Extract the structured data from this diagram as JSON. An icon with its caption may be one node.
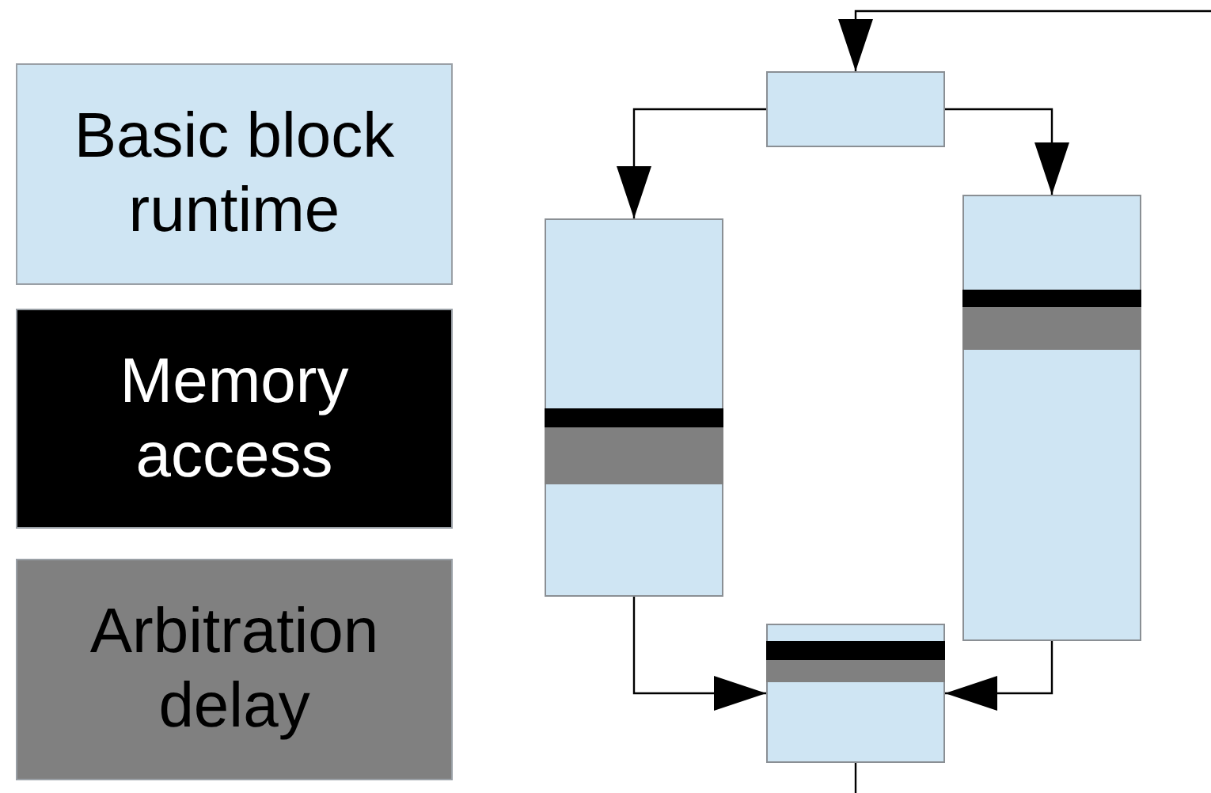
{
  "diagram": {
    "nodes": [
      {
        "text": [],
        "shape": "box"
      },
      {
        "text": [],
        "shape": "box"
      },
      {
        "text": [],
        "shape": "bar",
        "in": 1
      },
      {
        "text": [],
        "shape": "bar",
        "in": 1
      },
      {
        "text": [],
        "shape": "box"
      },
      {
        "text": [],
        "shape": "bar",
        "in": 4
      },
      {
        "text": [],
        "shape": "bar",
        "in": 4
      },
      {
        "text": [],
        "shape": "box"
      },
      {
        "text": [],
        "shape": "bar",
        "in": 7
      },
      {
        "text": [],
        "shape": "bar",
        "in": 7
      }
    ],
    "edges": [
      {
        "from": null,
        "to": 0,
        "arrow": "to"
      },
      {
        "from": 0,
        "to": 1,
        "arrow": "to"
      },
      {
        "from": 0,
        "to": 4,
        "arrow": "to"
      },
      {
        "from": 1,
        "to": 7,
        "arrow": "to"
      },
      {
        "from": 4,
        "to": 7,
        "arrow": "to"
      },
      {
        "from": 7,
        "to": null,
        "arrow": "none"
      }
    ],
    "legend": [
      {
        "text": "Basic block runtime",
        "color": "#cfe5f3"
      },
      {
        "text": "Memory access",
        "color": "#000000"
      },
      {
        "text": "Arbitration delay",
        "color": "#808080"
      }
    ]
  }
}
